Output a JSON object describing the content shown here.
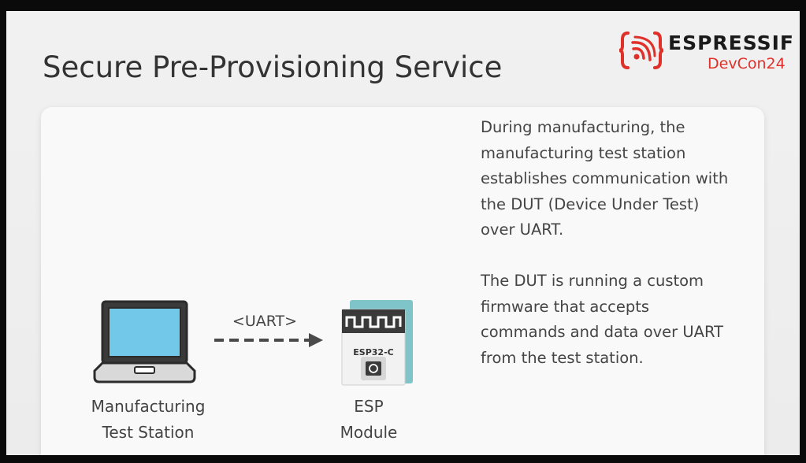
{
  "slide": {
    "title": "Secure Pre-Provisioning Service"
  },
  "logo": {
    "name": "ESPRESSIF",
    "event": "DevCon24",
    "brand_color": "#e0302a",
    "icon": "espressif-logo-icon"
  },
  "diagram": {
    "link_label": "<UART>",
    "left_node": {
      "icon": "laptop-icon",
      "caption_line1": "Manufacturing",
      "caption_line2": "Test Station"
    },
    "right_node": {
      "icon": "chip-module-icon",
      "chip_label": "ESP32-C",
      "caption_line1": "ESP",
      "caption_line2": "Module"
    },
    "arrow_icon": "dashed-arrow-right-icon"
  },
  "description": {
    "paragraph1": "During manufacturing, the manufacturing test station establishes communication with the DUT (Device Under Test) over UART.",
    "paragraph2": "The DUT is running a custom firmware that accepts commands and data over UART from the test station."
  },
  "colors": {
    "slide_bg": "#eeeeee",
    "card_bg": "#f9f9f9",
    "text": "#444444",
    "laptop_screen": "#71c8e8",
    "chip_teal": "#7fc4c9",
    "outline": "#2b2b2b"
  }
}
